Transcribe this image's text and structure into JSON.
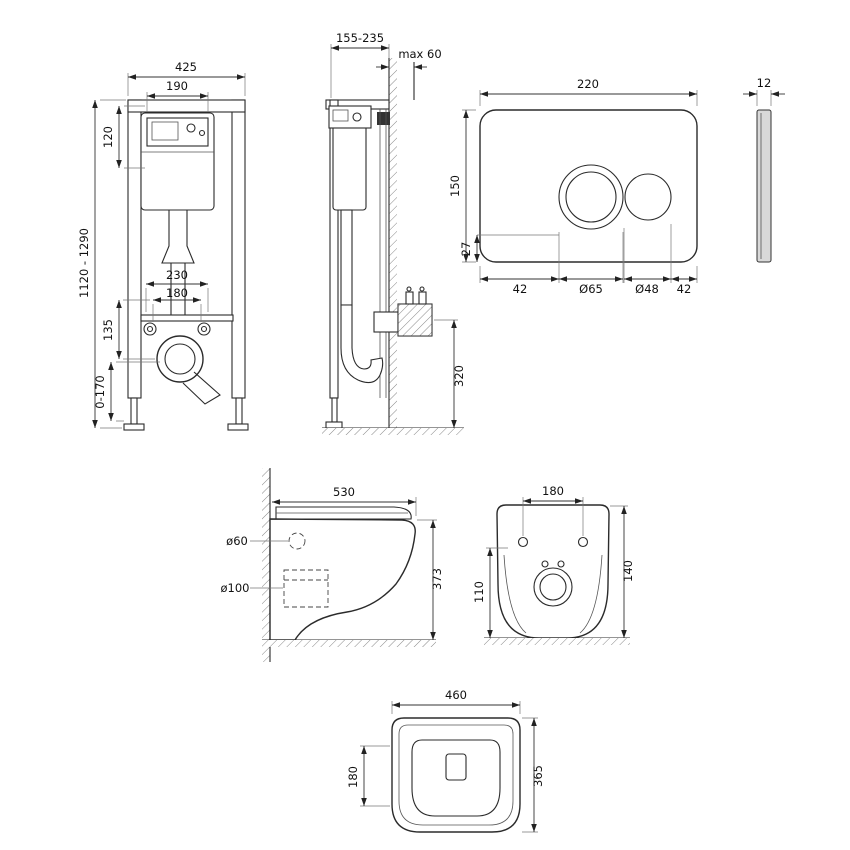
{
  "drawing": {
    "background": "#ffffff",
    "line_color": "#2b2b2b"
  },
  "frame_front": {
    "width": "425",
    "tank_width": "190",
    "window_height": "120",
    "height_range": "1120 - 1290",
    "fixing_outer": "230",
    "fixing_inner": "180",
    "outlet_offset": "135",
    "floor_adjust": "0-170"
  },
  "frame_side": {
    "depth_range": "155-235",
    "wall_max": "max 60",
    "outlet_height": "320"
  },
  "flush_plate": {
    "width": "220",
    "height": "150",
    "offset_bottom": "27",
    "seg_left": "42",
    "big_button_dia": "Ø65",
    "small_button_dia": "Ø48",
    "seg_right": "42",
    "thickness": "12"
  },
  "bowl_side": {
    "depth": "530",
    "inlet_dia": "ø60",
    "outlet_dia": "ø100",
    "height": "373"
  },
  "bowl_back": {
    "fixing_distance": "180",
    "outlet_height": "110",
    "fixing_height": "140"
  },
  "bowl_top": {
    "depth": "460",
    "fixing_distance": "180",
    "width": "365"
  }
}
